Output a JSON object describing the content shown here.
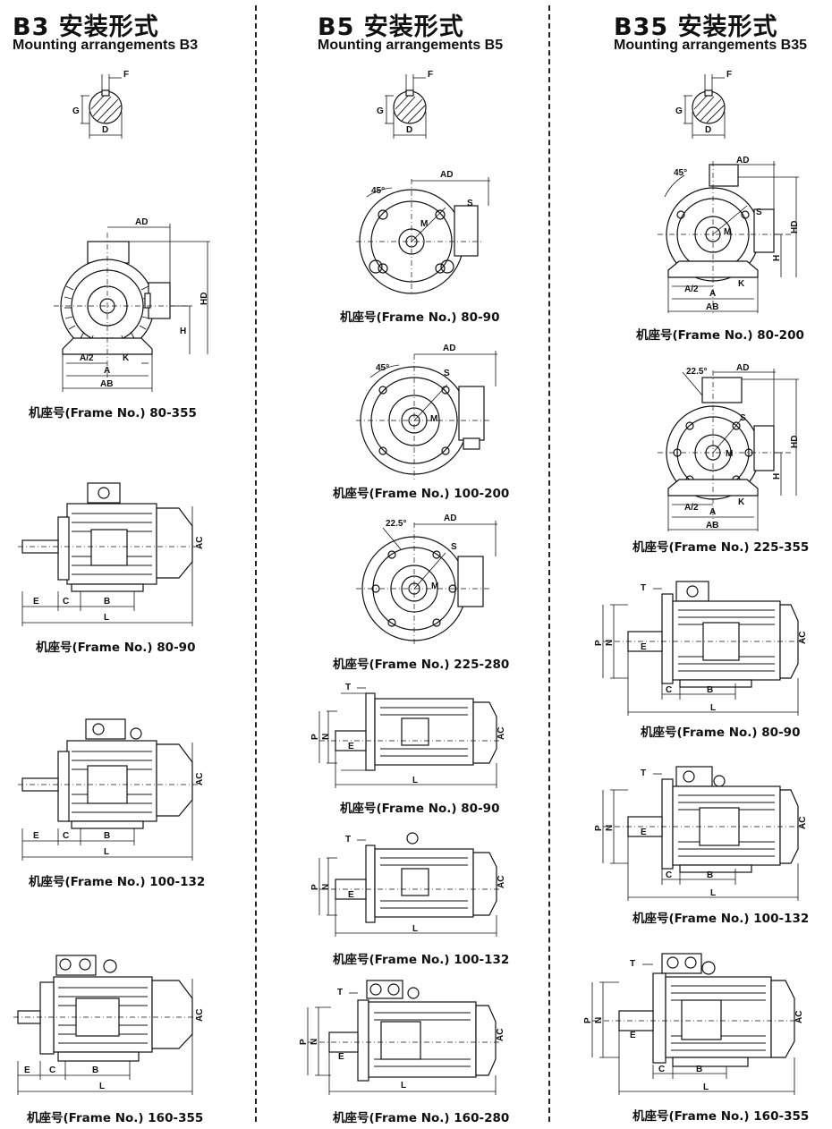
{
  "columns": [
    {
      "code": "B3",
      "title_zh": "安装形式",
      "title_en": "Mounting arrangements B3",
      "captions": [
        "机座号(Frame No.) 80-355",
        "机座号(Frame No.) 80-90",
        "机座号(Frame No.) 100-132",
        "机座号(Frame No.) 160-355"
      ]
    },
    {
      "code": "B5",
      "title_zh": "安装形式",
      "title_en": "Mounting arrangements B5",
      "captions": [
        "机座号(Frame No.) 80-90",
        "机座号(Frame No.) 100-200",
        "机座号(Frame No.) 225-280",
        "机座号(Frame No.) 80-90",
        "机座号(Frame No.) 100-132",
        "机座号(Frame No.) 160-280"
      ]
    },
    {
      "code": "B35",
      "title_zh": "安装形式",
      "title_en": "Mounting arrangements B35",
      "captions": [
        "机座号(Frame No.) 80-200",
        "机座号(Frame No.) 225-355",
        "机座号(Frame No.) 80-90",
        "机座号(Frame No.) 100-132",
        "机座号(Frame No.) 160-355"
      ]
    }
  ],
  "labels": {
    "F": "F",
    "G": "G",
    "D": "D",
    "AD": "AD",
    "HD": "HD",
    "H": "H",
    "A2": "A/2",
    "A": "A",
    "AB": "AB",
    "K": "K",
    "AC": "AC",
    "E": "E",
    "C": "C",
    "B": "B",
    "L": "L",
    "P": "P",
    "N": "N",
    "T": "T",
    "M": "M",
    "S": "S",
    "deg45": "45°",
    "deg225": "22.5°"
  }
}
